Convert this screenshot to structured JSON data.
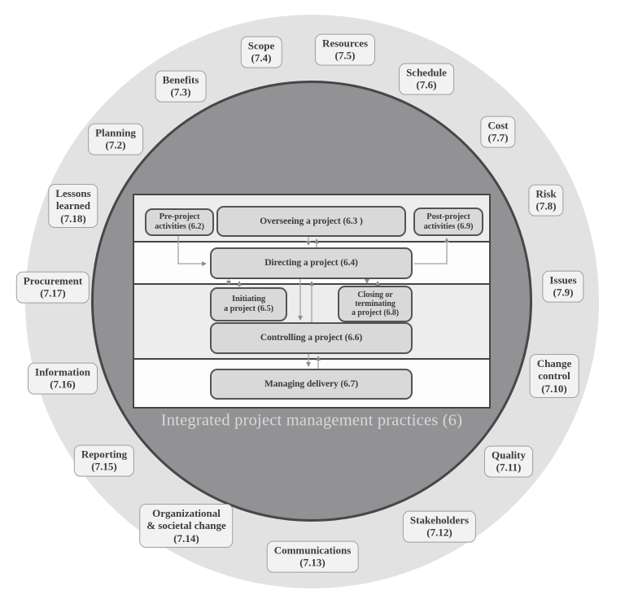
{
  "figure": {
    "caption": "Integrated project management practices (6)"
  },
  "ring": {
    "items": [
      {
        "id": "planning",
        "text": "Planning\n(7.2)"
      },
      {
        "id": "benefits",
        "text": "Benefits\n(7.3)"
      },
      {
        "id": "scope",
        "text": "Scope\n(7.4)"
      },
      {
        "id": "resources",
        "text": "Resources\n(7.5)"
      },
      {
        "id": "schedule",
        "text": "Schedule\n(7.6)"
      },
      {
        "id": "cost",
        "text": "Cost\n(7.7)"
      },
      {
        "id": "risk",
        "text": "Risk\n(7.8)"
      },
      {
        "id": "issues",
        "text": "Issues\n(7.9)"
      },
      {
        "id": "change-control",
        "text": "Change\ncontrol\n(7.10)"
      },
      {
        "id": "quality",
        "text": "Quality\n(7.11)"
      },
      {
        "id": "stakeholders",
        "text": "Stakeholders\n(7.12)"
      },
      {
        "id": "communications",
        "text": "Communications\n(7.13)"
      },
      {
        "id": "org-societal-change",
        "text": "Organizational\n& societal change\n(7.14)"
      },
      {
        "id": "reporting",
        "text": "Reporting\n(7.15)"
      },
      {
        "id": "information",
        "text": "Information\n(7.16)"
      },
      {
        "id": "procurement",
        "text": "Procurement\n(7.17)"
      },
      {
        "id": "lessons-learned",
        "text": "Lessons\nlearned\n(7.18)"
      }
    ]
  },
  "flow": {
    "boxes": [
      {
        "id": "pre-project",
        "text": "Pre-project\nactivities (6.2)"
      },
      {
        "id": "overseeing",
        "text": "Overseeing a project (6.3 )"
      },
      {
        "id": "post-project",
        "text": "Post-project\nactivities (6.9)"
      },
      {
        "id": "directing",
        "text": "Directing a project (6.4)"
      },
      {
        "id": "initiating",
        "text": "Initiating\na project (6.5)"
      },
      {
        "id": "closing",
        "text": "Closing or\nterminating\na project (6.8)"
      },
      {
        "id": "controlling",
        "text": "Controlling a project (6.6)"
      },
      {
        "id": "managing",
        "text": "Managing delivery (6.7)"
      }
    ]
  },
  "colors": {
    "outer_ring": "#e2e2e2",
    "inner_circle": "#929295",
    "inner_circle_border": "#47474a",
    "band_gray": "#ededed",
    "box_fill": "#d9d9d9",
    "box_border": "#545454",
    "label_fill": "#f2f2f2",
    "label_border": "#9b9fa3",
    "text": "#3b3b3b",
    "caption_text": "#d9d9d9",
    "arrow": "#a3a3a3"
  }
}
